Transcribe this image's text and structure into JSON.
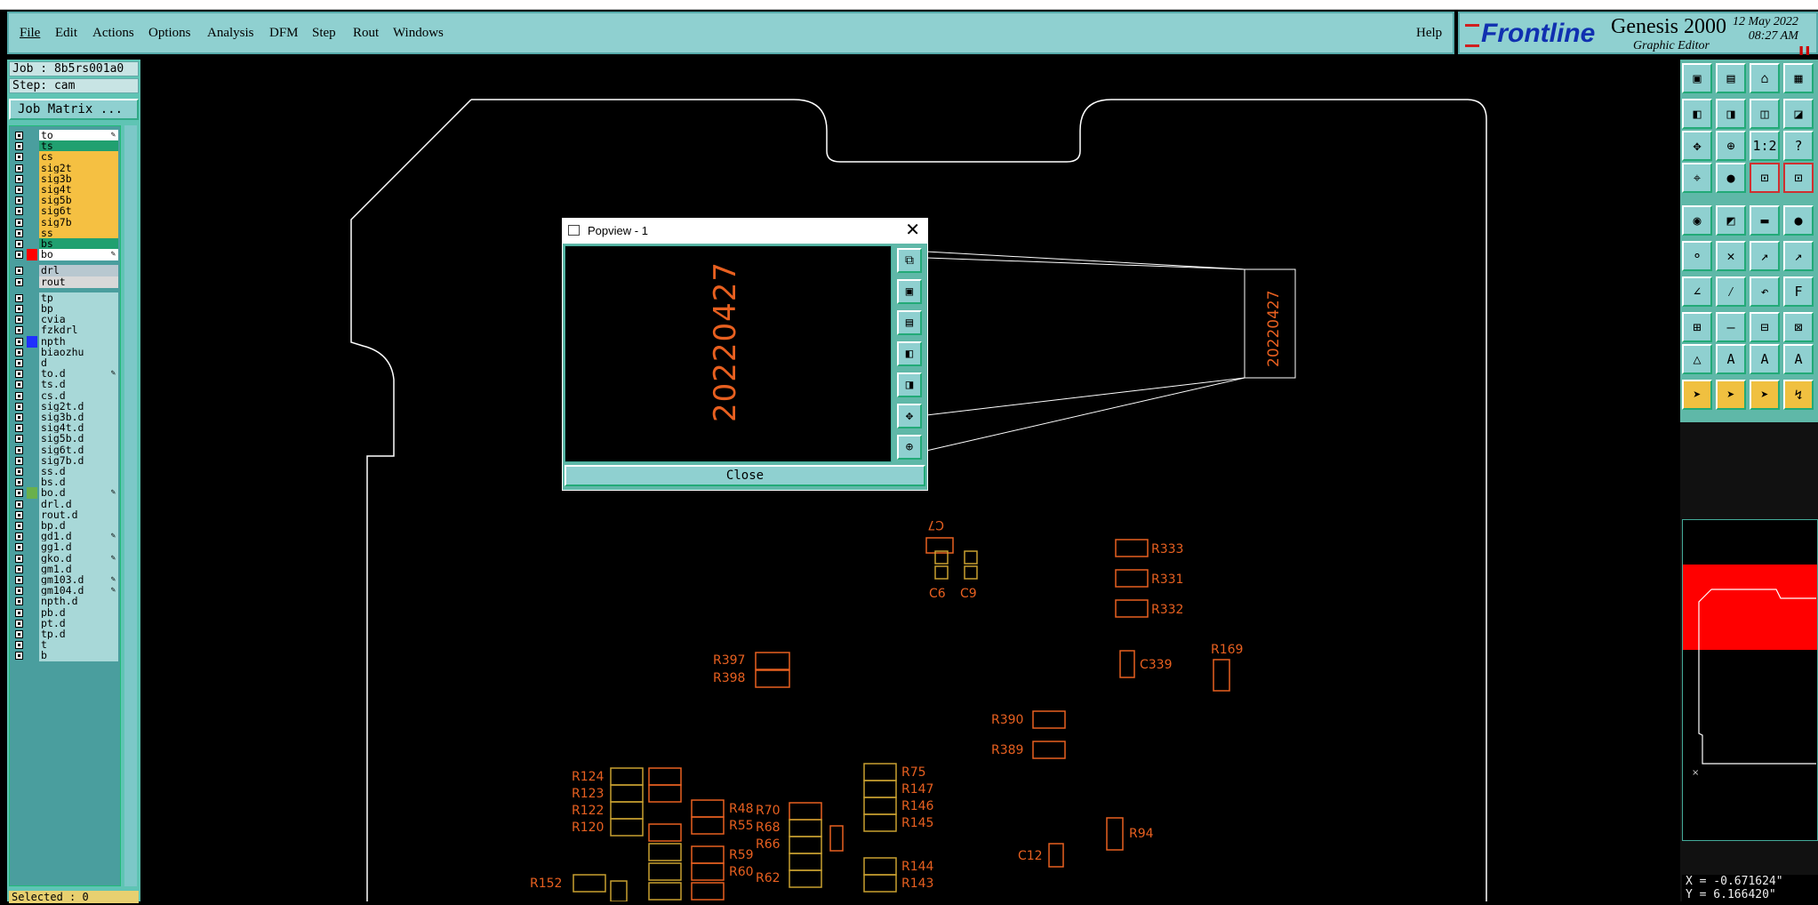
{
  "menu": {
    "items": [
      "File",
      "Edit",
      "Actions",
      "Options",
      "Analysis",
      "DFM",
      "Step",
      "Rout",
      "Windows"
    ],
    "help": "Help"
  },
  "brand": {
    "logo": "Frontline",
    "product": "Genesis 2000",
    "subtitle": "Graphic Editor",
    "date": "12 May 2022",
    "time": "08:27 AM"
  },
  "job": {
    "job": "Job : 8b5rs001a0",
    "step": "Step: cam",
    "matrix_button": "Job Matrix ..."
  },
  "layers": [
    {
      "name": "to",
      "color": "#ffffff",
      "swatch": "",
      "icon": "pen"
    },
    {
      "name": "ts",
      "color": "#20a070",
      "swatch": "",
      "icon": ""
    },
    {
      "name": "cs",
      "color": "#f5c042",
      "swatch": "",
      "icon": ""
    },
    {
      "name": "sig2t",
      "color": "#f5c042",
      "swatch": "",
      "icon": ""
    },
    {
      "name": "sig3b",
      "color": "#f5c042",
      "swatch": "",
      "icon": ""
    },
    {
      "name": "sig4t",
      "color": "#f5c042",
      "swatch": "",
      "icon": ""
    },
    {
      "name": "sig5b",
      "color": "#f5c042",
      "swatch": "",
      "icon": ""
    },
    {
      "name": "sig6t",
      "color": "#f5c042",
      "swatch": "",
      "icon": ""
    },
    {
      "name": "sig7b",
      "color": "#f5c042",
      "swatch": "",
      "icon": ""
    },
    {
      "name": "ss",
      "color": "#f5c042",
      "swatch": "",
      "icon": ""
    },
    {
      "name": "bs",
      "color": "#20a070",
      "swatch": "",
      "icon": ""
    },
    {
      "name": "bo",
      "color": "#ffffff",
      "swatch": "#ff0000",
      "icon": "pen"
    },
    {
      "name": "drl",
      "color": "#b8c8d0",
      "swatch": "",
      "icon": ""
    },
    {
      "name": "rout",
      "color": "#d8d8d8",
      "swatch": "",
      "icon": ""
    },
    {
      "name": "tp",
      "color": "#a8d8d8",
      "swatch": "",
      "icon": ""
    },
    {
      "name": "bp",
      "color": "#a8d8d8",
      "swatch": "",
      "icon": ""
    },
    {
      "name": "cvia",
      "color": "#a8d8d8",
      "swatch": "",
      "icon": ""
    },
    {
      "name": "fzkdrl",
      "color": "#a8d8d8",
      "swatch": "",
      "icon": ""
    },
    {
      "name": "npth",
      "color": "#a8d8d8",
      "swatch": "#2030ff",
      "icon": ""
    },
    {
      "name": "biaozhu",
      "color": "#a8d8d8",
      "swatch": "",
      "icon": ""
    },
    {
      "name": "d",
      "color": "#a8d8d8",
      "swatch": "",
      "icon": ""
    },
    {
      "name": "to.d",
      "color": "#a8d8d8",
      "swatch": "",
      "icon": "pen"
    },
    {
      "name": "ts.d",
      "color": "#a8d8d8",
      "swatch": "",
      "icon": ""
    },
    {
      "name": "cs.d",
      "color": "#a8d8d8",
      "swatch": "",
      "icon": ""
    },
    {
      "name": "sig2t.d",
      "color": "#a8d8d8",
      "swatch": "",
      "icon": ""
    },
    {
      "name": "sig3b.d",
      "color": "#a8d8d8",
      "swatch": "",
      "icon": ""
    },
    {
      "name": "sig4t.d",
      "color": "#a8d8d8",
      "swatch": "",
      "icon": ""
    },
    {
      "name": "sig5b.d",
      "color": "#a8d8d8",
      "swatch": "",
      "icon": ""
    },
    {
      "name": "sig6t.d",
      "color": "#a8d8d8",
      "swatch": "",
      "icon": ""
    },
    {
      "name": "sig7b.d",
      "color": "#a8d8d8",
      "swatch": "",
      "icon": ""
    },
    {
      "name": "ss.d",
      "color": "#a8d8d8",
      "swatch": "",
      "icon": ""
    },
    {
      "name": "bs.d",
      "color": "#a8d8d8",
      "swatch": "",
      "icon": ""
    },
    {
      "name": "bo.d",
      "color": "#a8d8d8",
      "swatch": "#6ab04c",
      "icon": "pen"
    },
    {
      "name": "drl.d",
      "color": "#a8d8d8",
      "swatch": "",
      "icon": ""
    },
    {
      "name": "rout.d",
      "color": "#a8d8d8",
      "swatch": "",
      "icon": ""
    },
    {
      "name": "bp.d",
      "color": "#a8d8d8",
      "swatch": "",
      "icon": ""
    },
    {
      "name": "gd1.d",
      "color": "#a8d8d8",
      "swatch": "",
      "icon": "pen"
    },
    {
      "name": "gg1.d",
      "color": "#a8d8d8",
      "swatch": "",
      "icon": ""
    },
    {
      "name": "gko.d",
      "color": "#a8d8d8",
      "swatch": "",
      "icon": "pen"
    },
    {
      "name": "gm1.d",
      "color": "#a8d8d8",
      "swatch": "",
      "icon": ""
    },
    {
      "name": "gm103.d",
      "color": "#a8d8d8",
      "swatch": "",
      "icon": "pen"
    },
    {
      "name": "gm104.d",
      "color": "#a8d8d8",
      "swatch": "",
      "icon": "pen"
    },
    {
      "name": "npth.d",
      "color": "#a8d8d8",
      "swatch": "",
      "icon": ""
    },
    {
      "name": "pb.d",
      "color": "#a8d8d8",
      "swatch": "",
      "icon": ""
    },
    {
      "name": "pt.d",
      "color": "#a8d8d8",
      "swatch": "",
      "icon": ""
    },
    {
      "name": "tp.d",
      "color": "#a8d8d8",
      "swatch": "",
      "icon": ""
    },
    {
      "name": "t",
      "color": "#a8d8d8",
      "swatch": "",
      "icon": ""
    },
    {
      "name": "b",
      "color": "#a8d8d8",
      "swatch": "",
      "icon": ""
    }
  ],
  "status": {
    "selected": "Selected : 0"
  },
  "popview": {
    "title": "Popview - 1",
    "text": "20220427",
    "close_label": "Close"
  },
  "board": {
    "marking": "20220427",
    "refdes": [
      {
        "text": "C7",
        "mirror": true
      },
      {
        "text": "C6",
        "mirror": true
      },
      {
        "text": "C9",
        "mirror": true
      },
      {
        "text": "R333",
        "mirror": true
      },
      {
        "text": "R331",
        "mirror": true
      },
      {
        "text": "R332",
        "mirror": true
      },
      {
        "text": "C339",
        "mirror": true
      },
      {
        "text": "R169",
        "mirror": true
      },
      {
        "text": "R397",
        "mirror": true
      },
      {
        "text": "R398",
        "mirror": true
      },
      {
        "text": "R390",
        "mirror": true
      },
      {
        "text": "R389",
        "mirror": true
      },
      {
        "text": "R124",
        "mirror": true
      },
      {
        "text": "R123",
        "mirror": true
      },
      {
        "text": "R122",
        "mirror": true
      },
      {
        "text": "R120",
        "mirror": true
      },
      {
        "text": "R75",
        "mirror": true
      },
      {
        "text": "R147",
        "mirror": true
      },
      {
        "text": "R146",
        "mirror": true
      },
      {
        "text": "R145",
        "mirror": true
      },
      {
        "text": "R48",
        "mirror": true
      },
      {
        "text": "R70",
        "mirror": true
      },
      {
        "text": "R55",
        "mirror": true
      },
      {
        "text": "R68",
        "mirror": true
      },
      {
        "text": "R66",
        "mirror": true
      },
      {
        "text": "R59",
        "mirror": true
      },
      {
        "text": "R60",
        "mirror": true
      },
      {
        "text": "R62",
        "mirror": true
      },
      {
        "text": "R94",
        "mirror": true
      },
      {
        "text": "C12",
        "mirror": true
      },
      {
        "text": "R144",
        "mirror": true
      },
      {
        "text": "R143",
        "mirror": true
      },
      {
        "text": "R152",
        "mirror": true
      }
    ]
  },
  "tools": {
    "rows": [
      [
        "▣",
        "▤",
        "⌂",
        "▦"
      ],
      [
        "◧",
        "◨",
        "◫",
        "◪"
      ],
      [
        "✥",
        "⊕",
        "1:2",
        "?"
      ],
      [
        "⌖",
        "●",
        "⊡",
        "⊡"
      ],
      [
        "◉",
        "◩",
        "▬",
        "●"
      ],
      [
        "⚬",
        "✕",
        "↗",
        "↗"
      ],
      [
        "∠",
        "⁄",
        "↶",
        "F"
      ],
      [
        "⊞",
        "—",
        "⊟",
        "⊠"
      ],
      [
        "△",
        "A",
        "A",
        "A"
      ],
      [
        "➤",
        "➤",
        "➤",
        "↯"
      ]
    ]
  },
  "coords": {
    "x": "X = -0.671624\"",
    "y": "Y = 6.166420\""
  },
  "colors": {
    "panel": "#8fd0d0",
    "outline": "#ffffff",
    "silkscreen": "#e86020",
    "pad": "#c8a030",
    "overview_fill": "#ff0000"
  }
}
